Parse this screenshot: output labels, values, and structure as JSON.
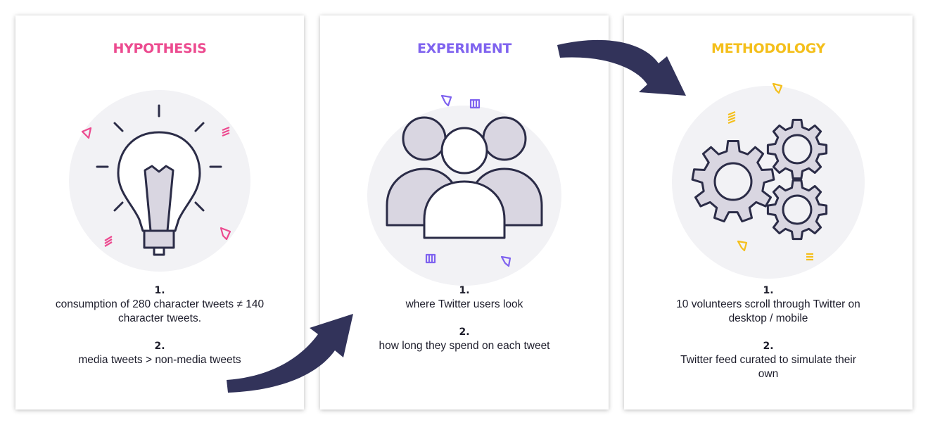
{
  "colors": {
    "hypothesis": "#ec4a8f",
    "experiment": "#7f63ef",
    "methodology": "#f4bf1b",
    "outline": "#2b2c47",
    "arrow": "#32335a",
    "circle": "#f2f2f5",
    "fill": "#d9d6e1"
  },
  "cards": [
    {
      "title": "HYPOTHESIS",
      "icon": "lightbulb-icon",
      "points": [
        {
          "num": "1.",
          "text": "consumption of 280 character tweets ≠ 140 character tweets."
        },
        {
          "num": "2.",
          "text": "media tweets > non-media tweets"
        }
      ]
    },
    {
      "title": "EXPERIMENT",
      "icon": "people-group-icon",
      "points": [
        {
          "num": "1.",
          "text": "where Twitter users look"
        },
        {
          "num": "2.",
          "text": "how long they spend on each tweet"
        }
      ]
    },
    {
      "title": "METHODOLOGY",
      "icon": "gears-icon",
      "points": [
        {
          "num": "1.",
          "text": "10 volunteers scroll through Twitter on desktop / mobile"
        },
        {
          "num": "2.",
          "text": "Twitter feed curated to simulate their own"
        }
      ]
    }
  ]
}
